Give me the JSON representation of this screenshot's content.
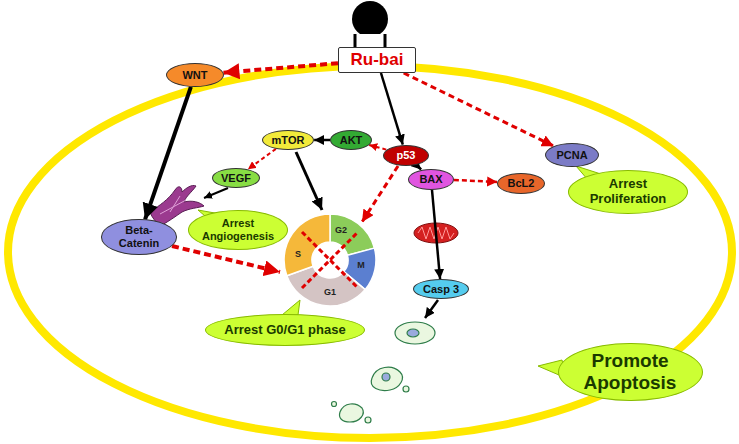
{
  "diagram": {
    "nodes": [
      {
        "text": [
          "Ru-bai"
        ]
      },
      {
        "text": [
          "WNT"
        ]
      },
      {
        "text": [
          "PCNA"
        ]
      },
      {
        "text": [
          "AKT"
        ]
      },
      {
        "text": [
          "mTOR"
        ]
      },
      {
        "text": [
          "p53"
        ]
      },
      {
        "text": [
          "VEGF"
        ]
      },
      {
        "text": [
          "BAX"
        ]
      },
      {
        "text": [
          "BcL2"
        ]
      },
      {
        "text": [
          "Beta-Catenin"
        ]
      },
      {
        "text": [
          "Casp 3"
        ]
      },
      {
        "text": [
          "Arrest Proliferation"
        ]
      },
      {
        "text": [
          "Arrest Angiogenesis"
        ]
      },
      {
        "text": [
          "Arrest G0/G1 phase"
        ]
      },
      {
        "text": [
          "Promote Apoptosis"
        ]
      }
    ],
    "edges": [
      {
        "from": 0,
        "to": 1,
        "arrow": "to"
      },
      {
        "from": 0,
        "to": 2,
        "arrow": "to"
      },
      {
        "from": 0,
        "to": 5,
        "arrow": "to"
      },
      {
        "from": 5,
        "to": 3,
        "arrow": "to"
      },
      {
        "from": 3,
        "to": 4,
        "arrow": "to"
      },
      {
        "from": 4,
        "to": 6,
        "arrow": "to"
      },
      {
        "from": 5,
        "to": 7,
        "arrow": "to"
      },
      {
        "from": 7,
        "to": 8,
        "arrow": "to"
      },
      {
        "from": 7,
        "to": 10,
        "arrow": "to"
      },
      {
        "from": 1,
        "to": 9,
        "arrow": "to"
      }
    ],
    "labels": [
      "S",
      "G2",
      "M",
      "G1"
    ]
  }
}
